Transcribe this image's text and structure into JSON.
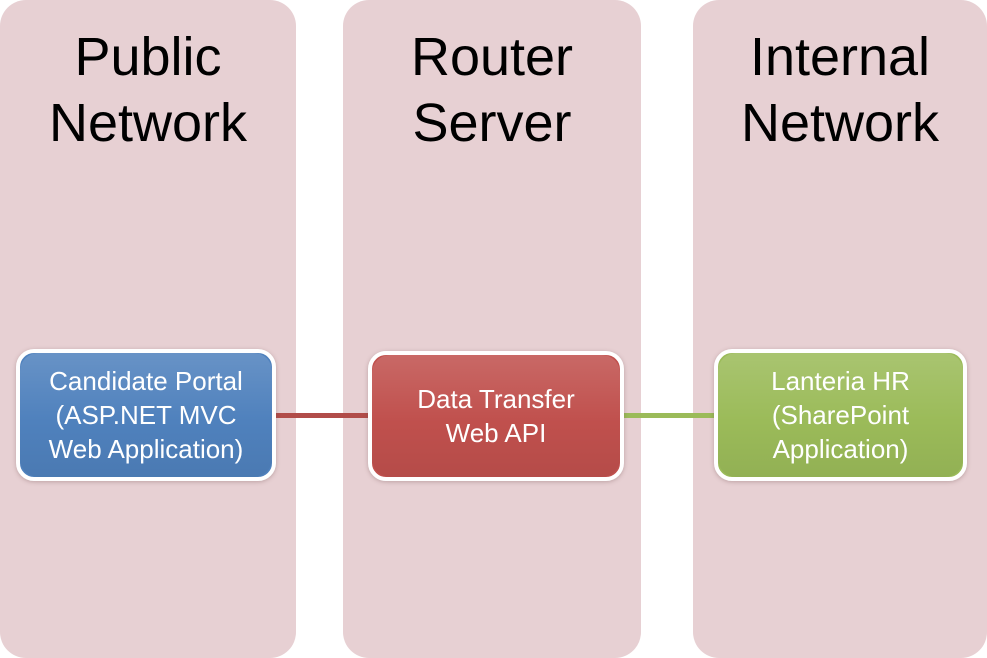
{
  "panels": [
    {
      "name": "public-network",
      "title_line1": "Public",
      "title_line2": "Network"
    },
    {
      "name": "router-server",
      "title_line1": "Router",
      "title_line2": "Server"
    },
    {
      "name": "internal-network",
      "title_line1": "Internal",
      "title_line2": "Network"
    }
  ],
  "nodes": [
    {
      "name": "candidate-portal",
      "line1": "Candidate Portal",
      "line2": "(ASP.NET MVC",
      "line3": "Web Application)"
    },
    {
      "name": "data-transfer-web-api",
      "line1": "Data Transfer",
      "line2": "Web API"
    },
    {
      "name": "lanteria-hr",
      "line1": "Lanteria HR",
      "line2": "(SharePoint",
      "line3": "Application)"
    }
  ],
  "connectors": [
    {
      "name": "public-to-router",
      "color": "#b14c49"
    },
    {
      "name": "router-to-internal",
      "color": "#9bbb59"
    }
  ],
  "colors": {
    "page_bg": "#ffffff",
    "panel_bg": "#e7d0d3",
    "node_candidate_portal": "#4f81bd",
    "node_data_transfer": "#c0504d",
    "node_lanteria_hr": "#9bbb59",
    "node_border": "#ffffff",
    "node_text": "#ffffff",
    "panel_title_text": "#000000"
  }
}
